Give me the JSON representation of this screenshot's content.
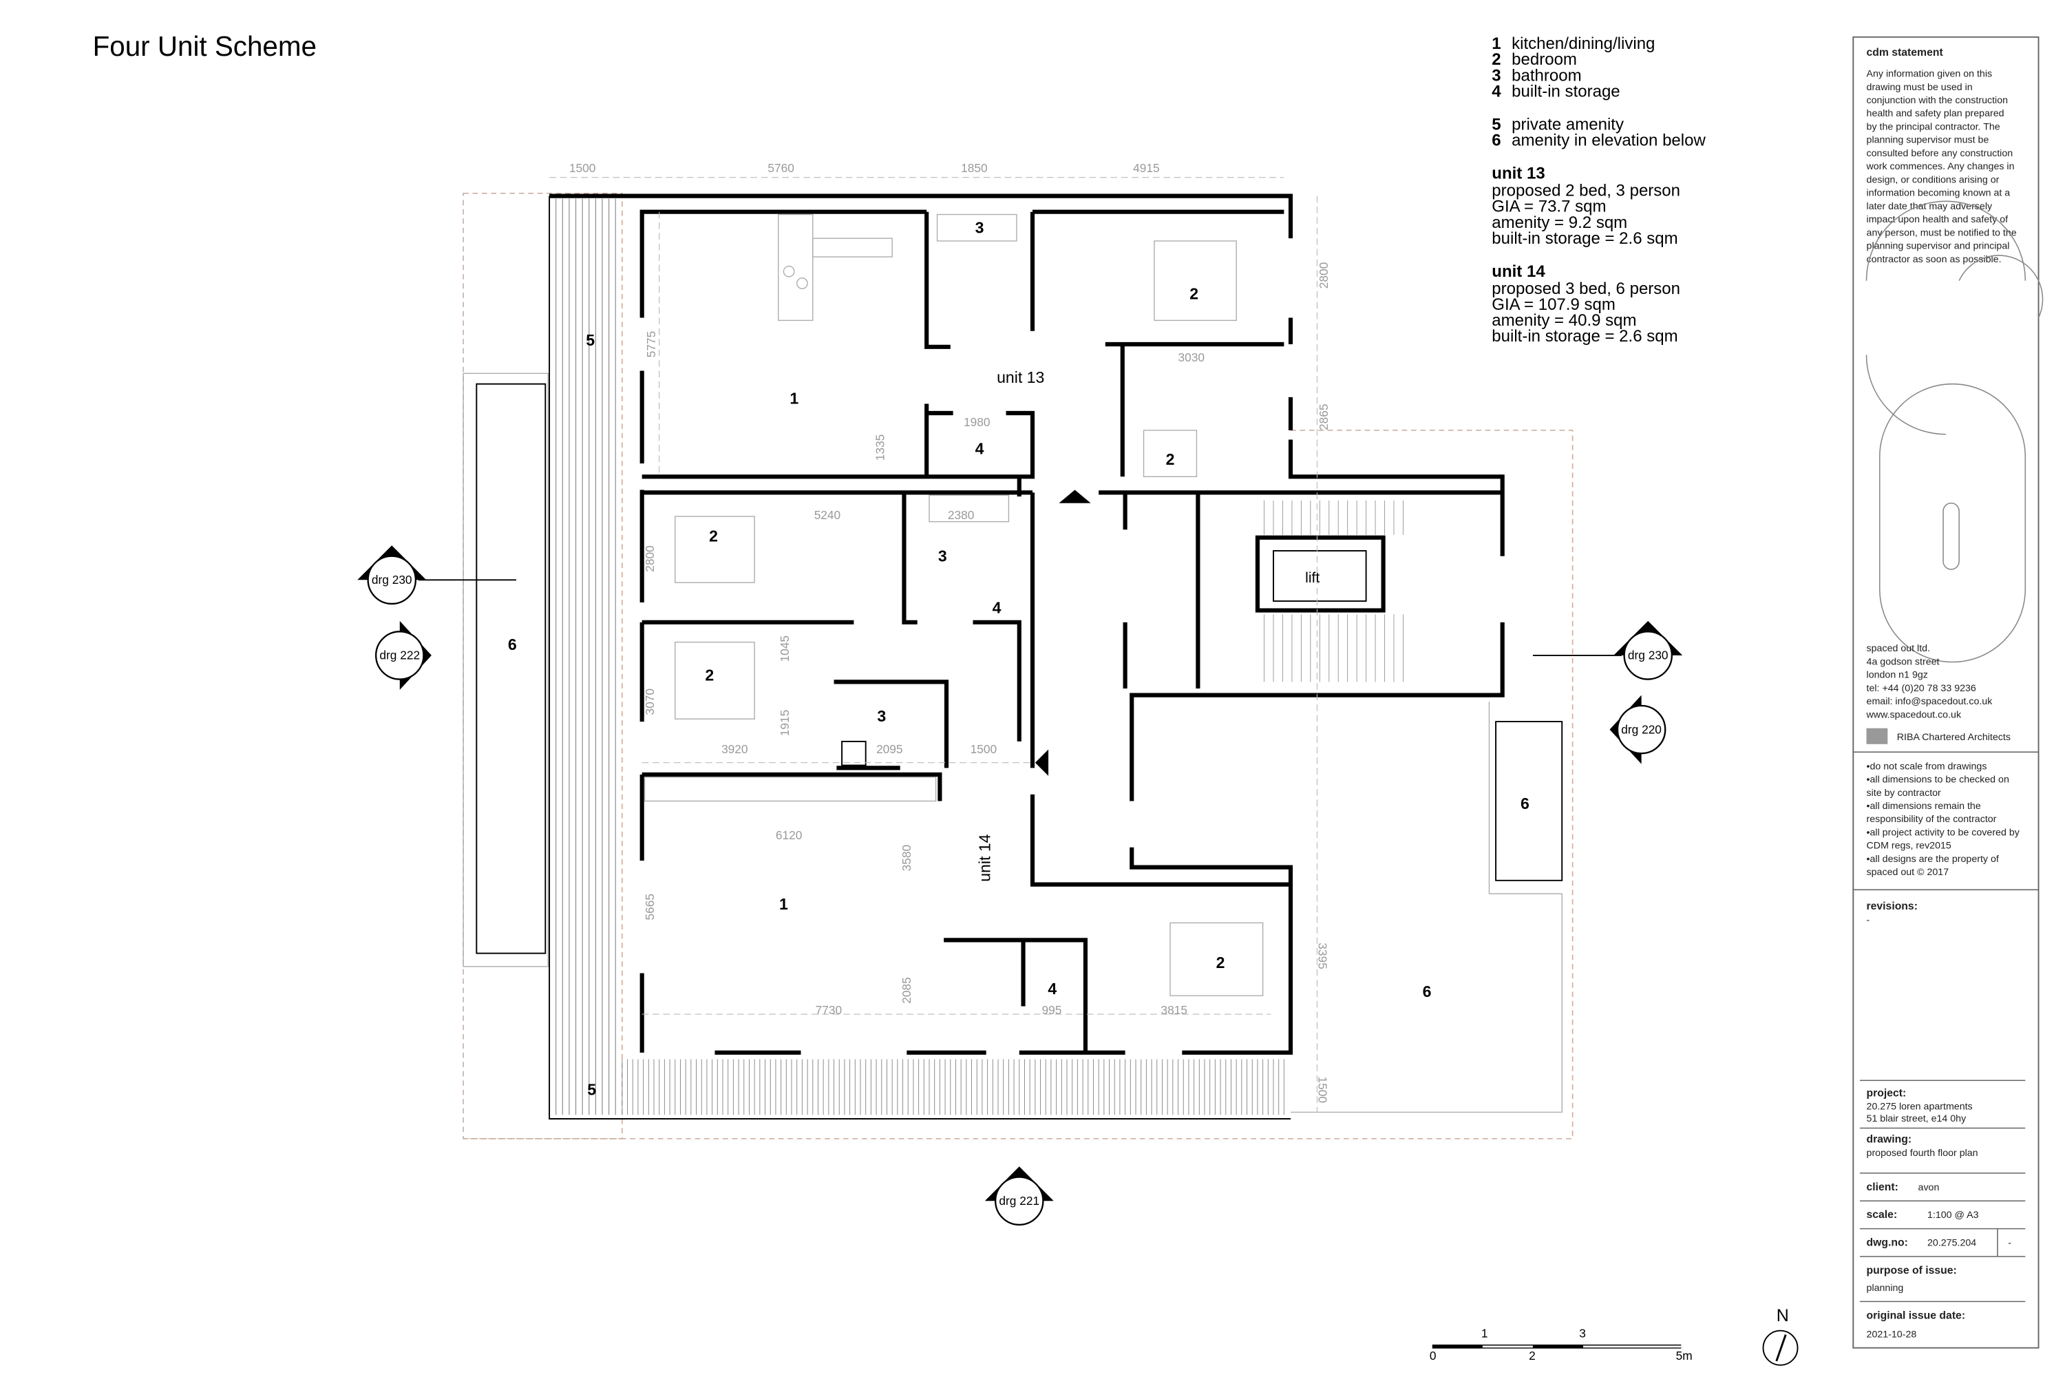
{
  "page_title": "Four Unit Scheme",
  "legend": {
    "items": [
      {
        "num": "1",
        "label": "kitchen/dining/living"
      },
      {
        "num": "2",
        "label": "bedroom"
      },
      {
        "num": "3",
        "label": "bathroom"
      },
      {
        "num": "4",
        "label": "built-in storage"
      },
      {
        "num": "5",
        "label": "private amenity"
      },
      {
        "num": "6",
        "label": "amenity in elevation below"
      }
    ],
    "units": [
      {
        "name": "unit 13",
        "lines": [
          "proposed 2 bed, 3 person",
          "GIA = 73.7 sqm",
          "amenity = 9.2 sqm",
          "built-in storage = 2.6 sqm"
        ]
      },
      {
        "name": "unit 14",
        "lines": [
          "proposed 3 bed, 6 person",
          "GIA = 107.9 sqm",
          "amenity = 40.9 sqm",
          "built-in storage = 2.6 sqm"
        ]
      }
    ]
  },
  "plan": {
    "top_dims": [
      "1500",
      "5760",
      "1850",
      "4915"
    ],
    "dims": [
      "5775",
      "2800",
      "3030",
      "2865",
      "1335",
      "1980",
      "5240",
      "2380",
      "2800",
      "1045",
      "3070",
      "1915",
      "3920",
      "2095",
      "1500",
      "6120",
      "3580",
      "5665",
      "2085",
      "7730",
      "995",
      "3815",
      "3395",
      "1500"
    ],
    "rooms": [
      "5",
      "1",
      "3",
      "2",
      "4",
      "2",
      "2",
      "3",
      "4",
      "6",
      "2",
      "3",
      "6",
      "1",
      "2",
      "4",
      "6",
      "5"
    ],
    "unit_labels": [
      "unit 13",
      "unit 14"
    ],
    "lift_label": "lift",
    "section_markers": [
      "drg 230",
      "drg 222",
      "drg 230",
      "drg 220",
      "drg 221"
    ]
  },
  "scale_bar": {
    "labels": [
      "0",
      "1",
      "2",
      "3",
      "5m"
    ]
  },
  "north_label": "N",
  "title_block": {
    "cdm_heading": "cdm statement",
    "cdm_lines": [
      "Any information given on this",
      "drawing must be used in",
      "conjunction with the construction",
      "health and safety plan prepared",
      "by the principal contractor. The",
      "planning supervisor  must be",
      "consulted before any construction",
      "work commences. Any changes in",
      "design, or  conditions arising or",
      "information becoming known at a",
      "later date that may adversely",
      "impact upon health and safety of",
      "any person, must be notified to the",
      "planning supervisor and principal",
      "contractor as soon as possible."
    ],
    "address": [
      "spaced out ltd.",
      "4a godson street",
      "london n1 9gz",
      "tel: +44 (0)20 78 33 9236",
      "email: info@spacedout.co.uk",
      "www.spacedout.co.uk"
    ],
    "riba": "RIBA Chartered Architects",
    "notes": [
      "•do not scale from drawings",
      "•all dimensions to be checked on",
      "site by contractor",
      "•all dimensions remain the",
      "responsibility of the contractor",
      "•all project activity to be covered by",
      "CDM regs, rev2015",
      "•all designs are the property of",
      "spaced out © 2017"
    ],
    "revisions_label": "revisions:",
    "revisions_value": "-",
    "project_label": "project:",
    "project_lines": [
      "20.275 loren apartments",
      "51 blair street, e14 0hy"
    ],
    "drawing_label": "drawing:",
    "drawing_value": "proposed fourth floor plan",
    "client_label": "client:",
    "client_value": "avon",
    "scale_label": "scale:",
    "scale_value": "1:100 @ A3",
    "dwgno_label": "dwg.no:",
    "dwgno_value": "20.275.204",
    "dwgno_rev": "-",
    "purpose_label": "purpose of issue:",
    "purpose_value": "planning",
    "issue_date_label": "original issue date:",
    "issue_date_value": "2021-10-28"
  }
}
